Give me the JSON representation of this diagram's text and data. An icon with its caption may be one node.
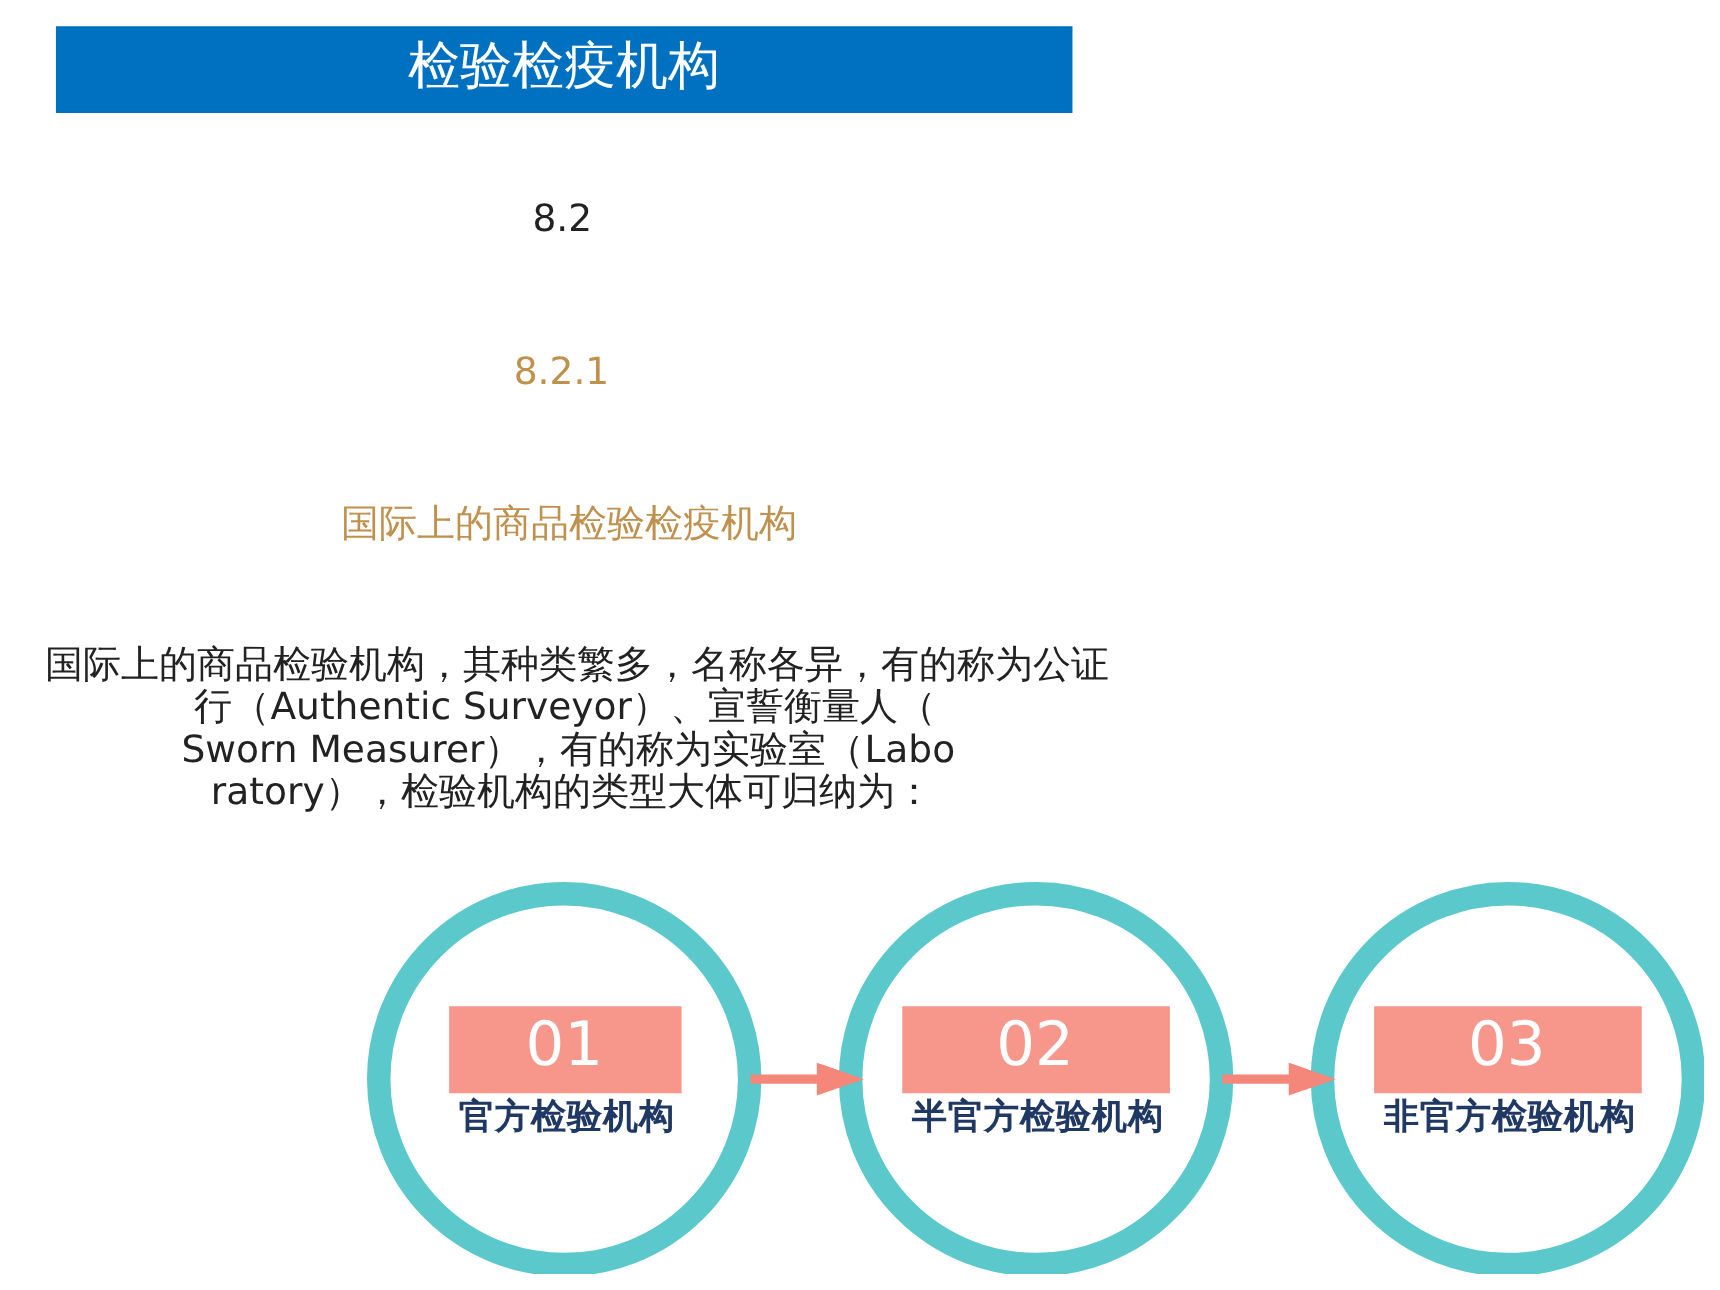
{
  "diagram": {
    "title": "检验检疫机构",
    "nodes": [
      {
        "text": [
          "01",
          "官方检验机构"
        ]
      },
      {
        "text": [
          "02",
          "半官方检验机构"
        ]
      },
      {
        "text": [
          "03",
          "非官方检验机构"
        ]
      }
    ],
    "edges": [
      {
        "from": 0,
        "to": 1,
        "arrow": "to"
      },
      {
        "from": 1,
        "to": 2,
        "arrow": "to"
      }
    ],
    "labels": [
      "8.2",
      "8.2.1",
      "国际上的商品检验检疫机构",
      "国际上的商品检验机构，其种类繁多，名称各异，有的称为公证行（Authentic Surveyor）、宣誓衡量人（Sworn Measurer），有的称为实验室（Laboratory），检验机构的类型大体可归纳为："
    ]
  }
}
